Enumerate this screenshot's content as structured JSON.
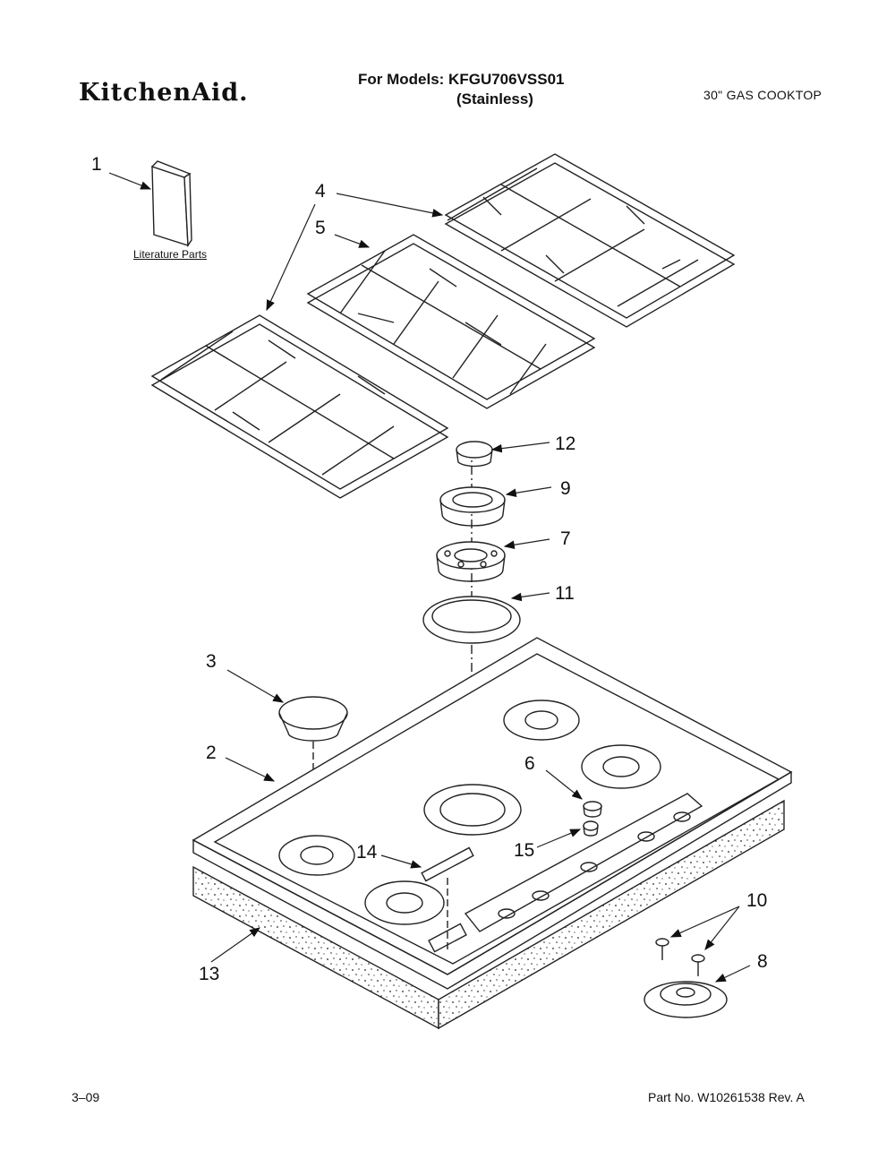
{
  "header": {
    "brand": "KitchenAid.",
    "models_line": "For Models: KFGU706VSS01",
    "finish": "(Stainless)",
    "product": "30\" GAS COOKTOP"
  },
  "literature_label": "Literature Parts",
  "callouts": [
    "1",
    "4",
    "5",
    "12",
    "9",
    "7",
    "11",
    "3",
    "2",
    "6",
    "15",
    "14",
    "10",
    "8",
    "13"
  ],
  "footer": {
    "date": "3–09",
    "part_number": "Part No. W10261538 Rev. A"
  }
}
